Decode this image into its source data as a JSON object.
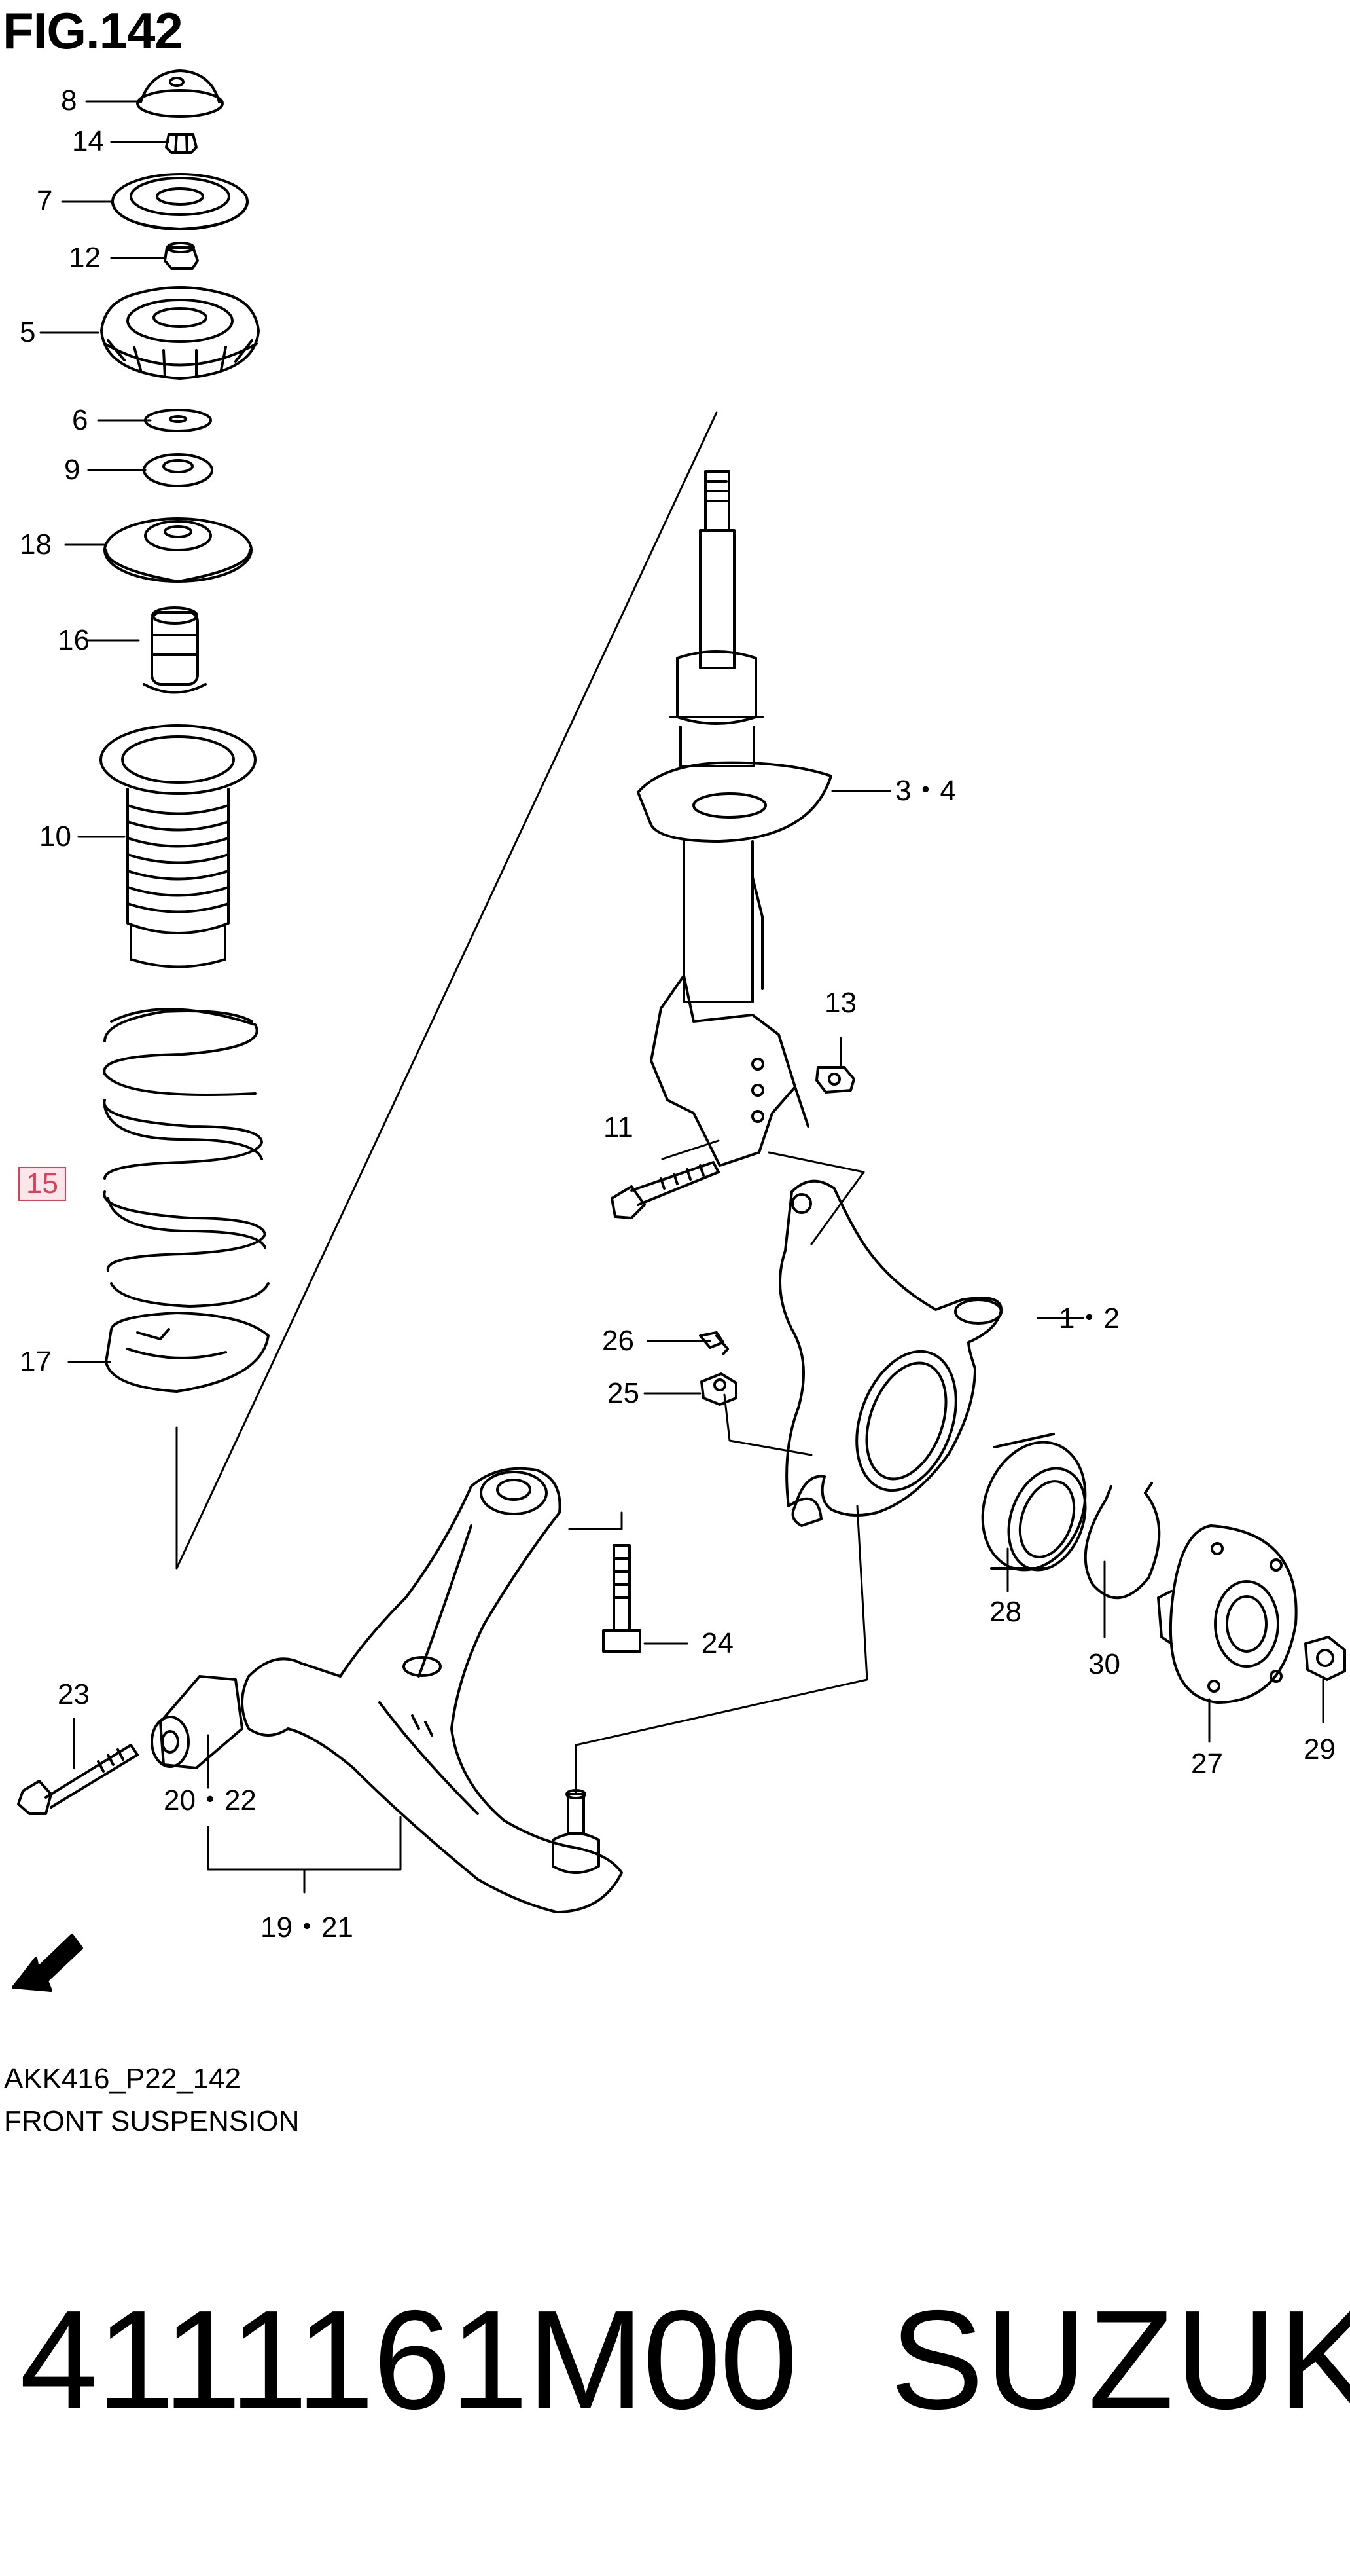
{
  "figure": {
    "title": "FIG.142",
    "code": "AKK416_P22_142",
    "caption": "FRONT SUSPENSION"
  },
  "callouts": {
    "c8": "8",
    "c14": "14",
    "c7": "7",
    "c12": "12",
    "c5": "5",
    "c6": "6",
    "c9": "9",
    "c18": "18",
    "c16": "16",
    "c10": "10",
    "c15": "15",
    "c17": "17",
    "c34": "3・4",
    "c13": "13",
    "c11": "11",
    "c12b": "1・2",
    "c26": "26",
    "c25": "25",
    "c28": "28",
    "c30": "30",
    "c27": "27",
    "c29": "29",
    "c24": "24",
    "c23": "23",
    "c2022": "20・22",
    "c1921": "19・21"
  },
  "highlight": {
    "color": "#d9415a",
    "fill": "#fde6ea"
  },
  "fwd_label": "FWD",
  "part": {
    "number": "4111161M00",
    "brand": "SUZUKI"
  }
}
